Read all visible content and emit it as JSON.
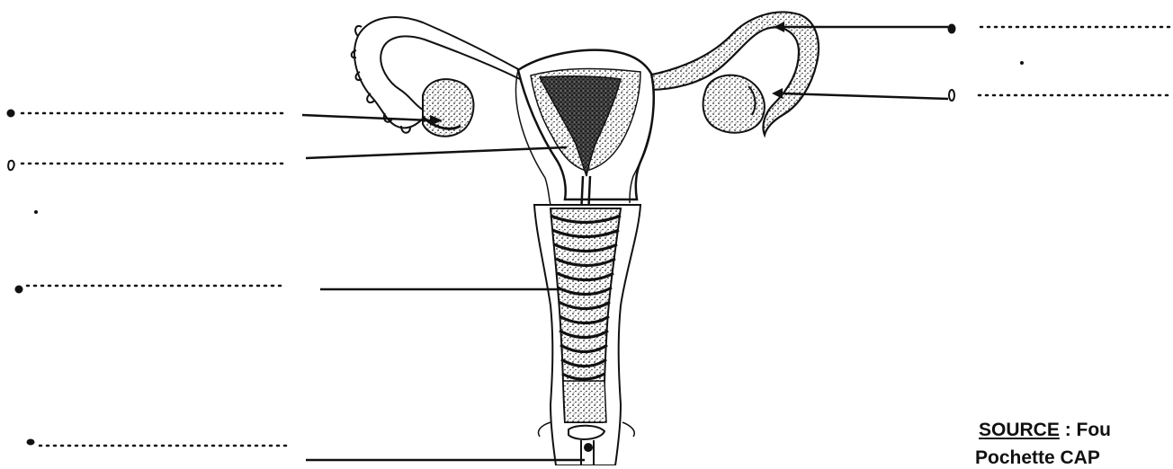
{
  "diagram": {
    "ink_color": "#111111",
    "source": {
      "label": "SOURCE",
      "separator": " : ",
      "text": "Fou",
      "line2": "Pochette CAP"
    }
  }
}
